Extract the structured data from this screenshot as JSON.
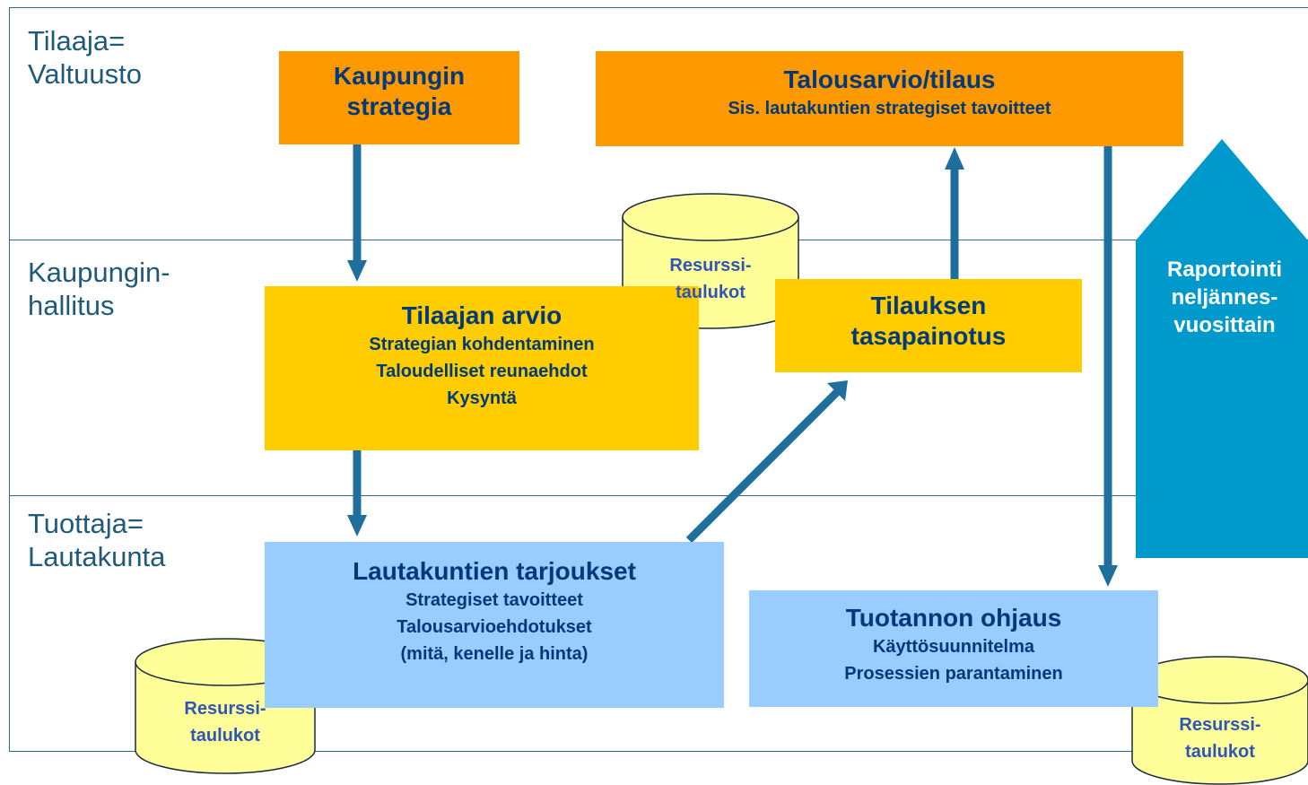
{
  "lanes": [
    {
      "line1": "Tilaaja=",
      "line2": "Valtuusto"
    },
    {
      "line1": "Kaupungin-",
      "line2": "hallitus"
    },
    {
      "line1": "Tuottaja=",
      "line2": "Lautakunta"
    }
  ],
  "boxes": {
    "strategy": {
      "line1": "Kaupungin",
      "line2": "strategia"
    },
    "budget": {
      "title": "Talousarvio/tilaus",
      "sub": "Sis. lautakuntien strategiset tavoitteet"
    },
    "assessment": {
      "title": "Tilaajan arvio",
      "items": [
        "Strategian kohdentaminen",
        "Taloudelliset reunaehdot",
        "Kysyntä"
      ]
    },
    "balancing": {
      "line1": "Tilauksen",
      "line2": "tasapainotus"
    },
    "offers": {
      "title": "Lautakuntien tarjoukset",
      "items": [
        "Strategiset tavoitteet",
        "Talousarvioehdotukset",
        "(mitä, kenelle ja hinta)"
      ]
    },
    "production": {
      "title": "Tuotannon ohjaus",
      "items": [
        "Käyttösuunnitelma",
        "Prosessien parantaminen"
      ]
    }
  },
  "cylinders": {
    "line1": "Resurssi-",
    "line2": "taulukot"
  },
  "reporting": {
    "line1": "Raportointi",
    "line2": "neljännes-",
    "line3": "vuosittain"
  },
  "colors": {
    "orange": "#ff9900",
    "gold": "#ffcc00",
    "lightblue": "#99ccff",
    "arrow": "#1f6f9e",
    "report": "#0099cc",
    "cylinder": "#ffff99"
  }
}
